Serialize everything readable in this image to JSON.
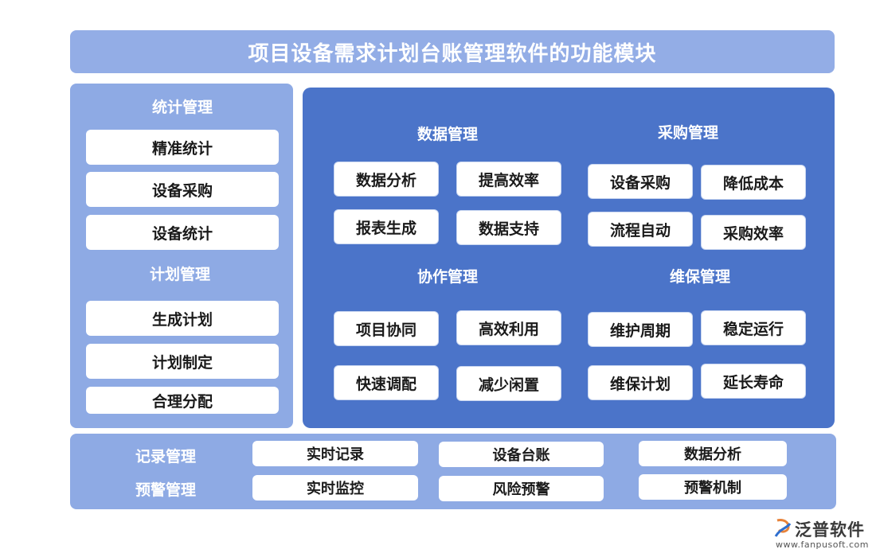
{
  "title": "项目设备需求计划台账管理软件的功能模块",
  "left": {
    "stats": {
      "title": "统计管理",
      "items": [
        "精准统计",
        "设备采购",
        "设备统计"
      ]
    },
    "plan": {
      "title": "计划管理",
      "items": [
        "生成计划",
        "计划制定",
        "合理分配"
      ]
    }
  },
  "main": {
    "data_mgmt": {
      "title": "数据管理",
      "items": [
        "数据分析",
        "提高效率",
        "报表生成",
        "数据支持"
      ]
    },
    "purchase_mgmt": {
      "title": "采购管理",
      "items": [
        "设备采购",
        "降低成本",
        "流程自动",
        "采购效率"
      ]
    },
    "collab_mgmt": {
      "title": "协作管理",
      "items": [
        "项目协同",
        "高效利用",
        "快速调配",
        "减少闲置"
      ]
    },
    "maint_mgmt": {
      "title": "维保管理",
      "items": [
        "维护周期",
        "稳定运行",
        "维保计划",
        "延长寿命"
      ]
    }
  },
  "bottom": {
    "record": {
      "title": "记录管理",
      "items": [
        "实时记录",
        "设备台账",
        "数据分析"
      ]
    },
    "warning": {
      "title": "预警管理",
      "items": [
        "实时监控",
        "风险预警",
        "预警机制"
      ]
    }
  },
  "logo": {
    "name": "泛普软件",
    "url": "www.fanpusoft.com",
    "icon": "fanpu-logo-icon"
  },
  "colors": {
    "title_bg": "#93ade6",
    "side_bg": "#8eaae4",
    "main_bg": "#4b74c9",
    "box_bg": "#ffffff"
  }
}
